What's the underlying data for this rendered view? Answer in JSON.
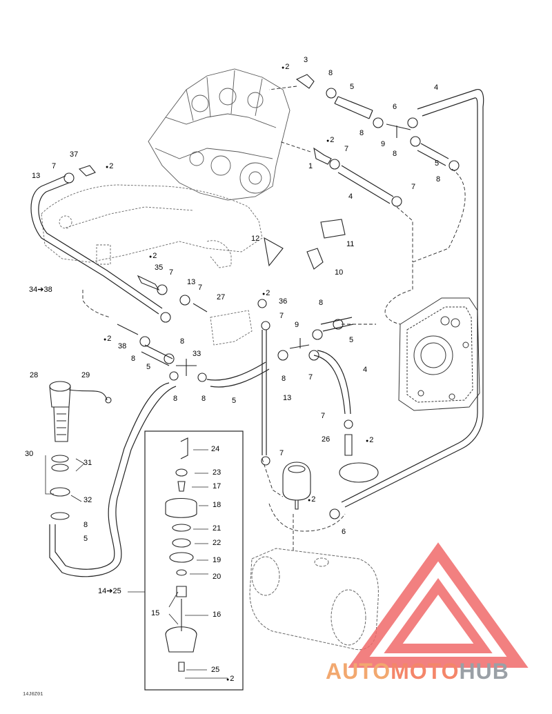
{
  "figure_code": "14J0Z01",
  "watermark": {
    "part1": "AUTO",
    "part2": "MOTO",
    "part3": "HUB",
    "colors": {
      "triangle": "#f06a6a",
      "auto": "#f2a86f",
      "moto": "#f4866a",
      "hub": "#9aa0a6"
    }
  },
  "callouts": [
    {
      "id": "c-2a",
      "text": "2",
      "drop": true
    },
    {
      "id": "c-3",
      "text": "3"
    },
    {
      "id": "c-8a",
      "text": "8"
    },
    {
      "id": "c-5a",
      "text": "5"
    },
    {
      "id": "c-4a",
      "text": "4"
    },
    {
      "id": "c-6a",
      "text": "6"
    },
    {
      "id": "c-8b",
      "text": "8"
    },
    {
      "id": "c-9a",
      "text": "9"
    },
    {
      "id": "c-8c",
      "text": "8"
    },
    {
      "id": "c-5b",
      "text": "5"
    },
    {
      "id": "c-8d",
      "text": "8"
    },
    {
      "id": "c-2b",
      "text": "2",
      "drop": true
    },
    {
      "id": "c-7a",
      "text": "7"
    },
    {
      "id": "c-1",
      "text": "1"
    },
    {
      "id": "c-4b",
      "text": "4"
    },
    {
      "id": "c-7b",
      "text": "7"
    },
    {
      "id": "c-37",
      "text": "37"
    },
    {
      "id": "c-7c",
      "text": "7"
    },
    {
      "id": "c-2c",
      "text": "2",
      "drop": true
    },
    {
      "id": "c-13a",
      "text": "13"
    },
    {
      "id": "c-12",
      "text": "12"
    },
    {
      "id": "c-11",
      "text": "11"
    },
    {
      "id": "c-10",
      "text": "10"
    },
    {
      "id": "c-2d",
      "text": "2",
      "drop": true
    },
    {
      "id": "c-35",
      "text": "35"
    },
    {
      "id": "c-7d",
      "text": "7"
    },
    {
      "id": "c-13b",
      "text": "13"
    },
    {
      "id": "c-7e",
      "text": "7"
    },
    {
      "id": "c-27",
      "text": "27"
    },
    {
      "id": "c-34-38",
      "text": "34➔38"
    },
    {
      "id": "c-2e",
      "text": "2",
      "drop": true
    },
    {
      "id": "c-36",
      "text": "36"
    },
    {
      "id": "c-8e",
      "text": "8"
    },
    {
      "id": "c-7f",
      "text": "7"
    },
    {
      "id": "c-9b",
      "text": "9"
    },
    {
      "id": "c-5c",
      "text": "5"
    },
    {
      "id": "c-2f",
      "text": "2",
      "drop": true
    },
    {
      "id": "c-38",
      "text": "38"
    },
    {
      "id": "c-8f",
      "text": "8"
    },
    {
      "id": "c-8g",
      "text": "8"
    },
    {
      "id": "c-5d",
      "text": "5"
    },
    {
      "id": "c-33",
      "text": "33"
    },
    {
      "id": "c-4c",
      "text": "4"
    },
    {
      "id": "c-8h",
      "text": "8"
    },
    {
      "id": "c-7g",
      "text": "7"
    },
    {
      "id": "c-28",
      "text": "28"
    },
    {
      "id": "c-29",
      "text": "29"
    },
    {
      "id": "c-8i",
      "text": "8"
    },
    {
      "id": "c-8j",
      "text": "8"
    },
    {
      "id": "c-5e",
      "text": "5"
    },
    {
      "id": "c-13c",
      "text": "13"
    },
    {
      "id": "c-7h",
      "text": "7"
    },
    {
      "id": "c-26",
      "text": "26"
    },
    {
      "id": "c-2g",
      "text": "2",
      "drop": true
    },
    {
      "id": "c-30",
      "text": "30"
    },
    {
      "id": "c-31",
      "text": "31"
    },
    {
      "id": "c-24",
      "text": "24"
    },
    {
      "id": "c-7i",
      "text": "7"
    },
    {
      "id": "c-23",
      "text": "23"
    },
    {
      "id": "c-17",
      "text": "17"
    },
    {
      "id": "c-32",
      "text": "32"
    },
    {
      "id": "c-18",
      "text": "18"
    },
    {
      "id": "c-2h",
      "text": "2",
      "drop": true
    },
    {
      "id": "c-8k",
      "text": "8"
    },
    {
      "id": "c-5f",
      "text": "5"
    },
    {
      "id": "c-21",
      "text": "21"
    },
    {
      "id": "c-6b",
      "text": "6"
    },
    {
      "id": "c-22",
      "text": "22"
    },
    {
      "id": "c-19",
      "text": "19"
    },
    {
      "id": "c-20",
      "text": "20"
    },
    {
      "id": "c-14-25",
      "text": "14➔25"
    },
    {
      "id": "c-15",
      "text": "15"
    },
    {
      "id": "c-16",
      "text": "16"
    },
    {
      "id": "c-25",
      "text": "25"
    },
    {
      "id": "c-2i",
      "text": "2",
      "drop": true
    }
  ]
}
